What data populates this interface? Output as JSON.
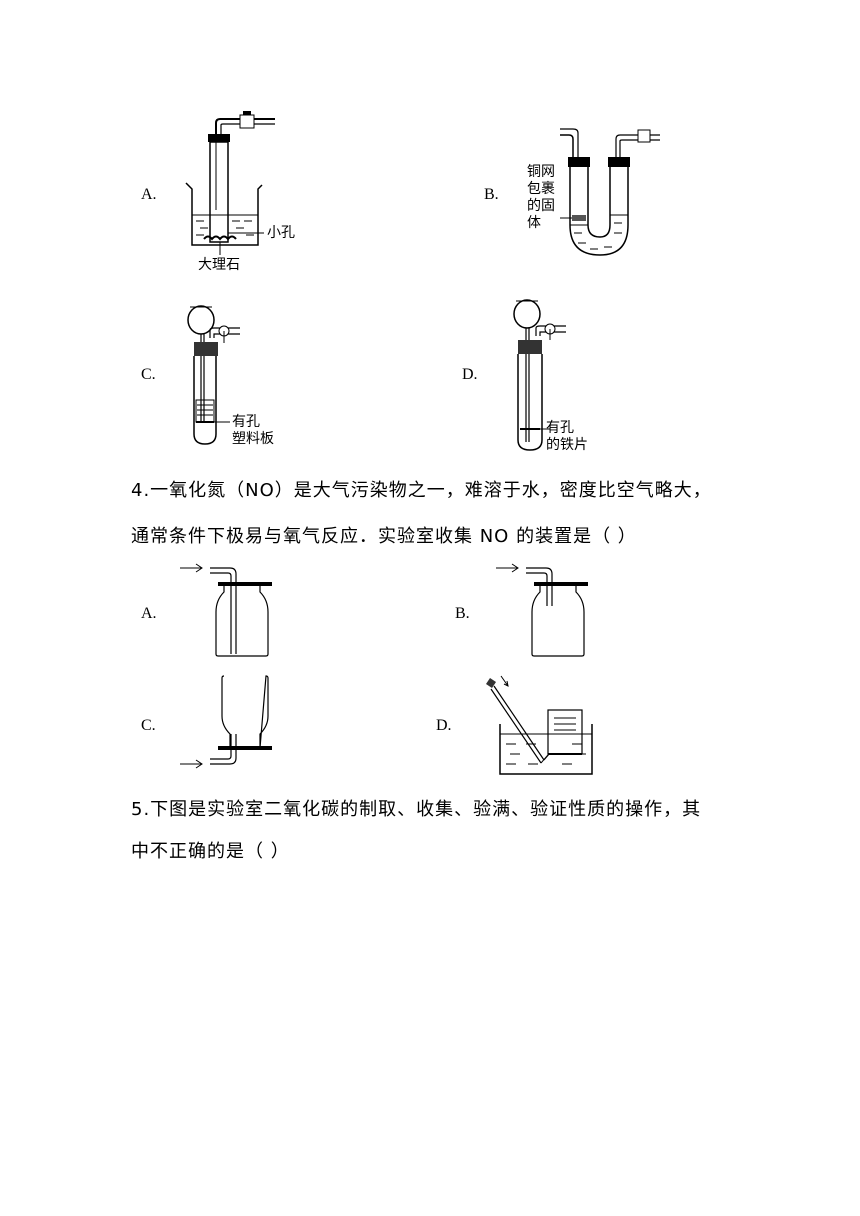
{
  "q3": {
    "options": [
      {
        "key": "A.",
        "labels": [
          "小孔",
          "大理石"
        ]
      },
      {
        "key": "B.",
        "labels": [
          "铜网",
          "包裹",
          "的固",
          "体"
        ]
      },
      {
        "key": "C.",
        "labels": [
          "有孔",
          "塑料板"
        ]
      },
      {
        "key": "D.",
        "labels": [
          "有孔",
          "的铁片"
        ]
      }
    ]
  },
  "q4": {
    "line1": "4.一氧化氮（NO）是大气污染物之一，难溶于水，密度比空气略大，",
    "line2": "通常条件下极易与氧气反应．实验室收集 NO 的装置是（          ）",
    "options": [
      {
        "key": "A."
      },
      {
        "key": "B."
      },
      {
        "key": "C."
      },
      {
        "key": "D."
      }
    ]
  },
  "q5": {
    "line1": "5.下图是实验室二氧化碳的制取、收集、验满、验证性质的操作，其",
    "line2": "中不正确的是（        ）"
  }
}
